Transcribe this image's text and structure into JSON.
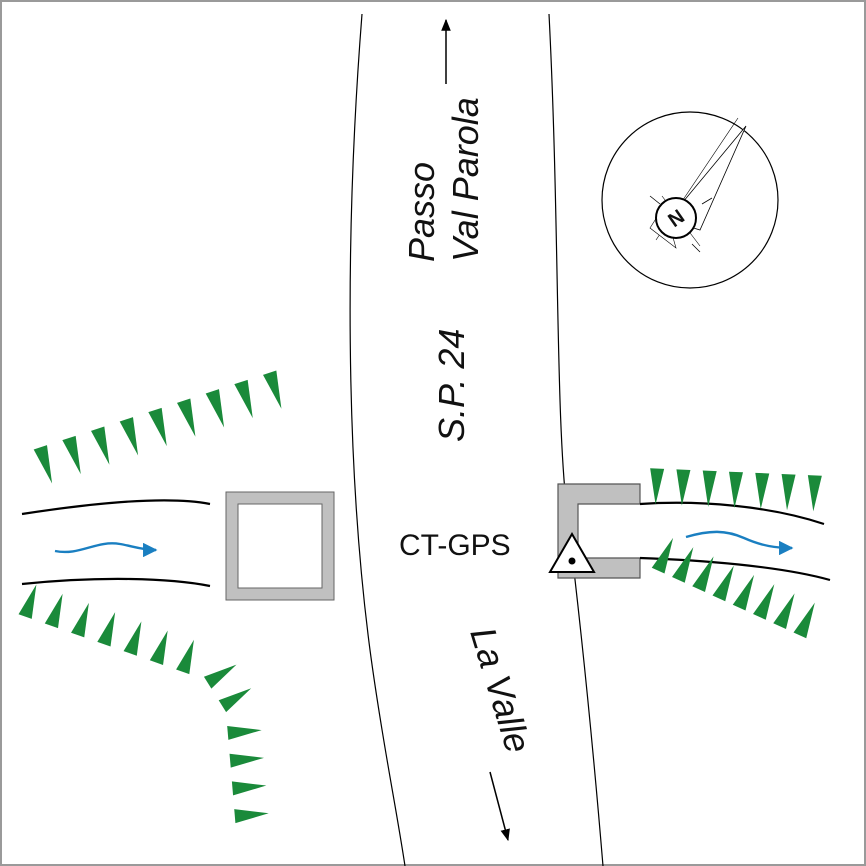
{
  "map": {
    "road": {
      "destination_north": [
        "Passo",
        "Val Parola"
      ],
      "name": "S.P. 24",
      "destination_south": "La Valle"
    },
    "station": {
      "label": "CT-GPS",
      "symbol": "triangle-with-dot-icon"
    },
    "north_arrow": {
      "label": "N",
      "icon": "compass-north-arrow-icon"
    },
    "features": {
      "culvert": "culvert-square-icon",
      "slope_hachures": "green-hachure-icon",
      "stream_flow": "blue-flow-arrow-icon"
    }
  },
  "colors": {
    "background": "#ffffff",
    "linework": "#000000",
    "structure_gray": "#c0c0c0",
    "slope_green": "#1a8a3a",
    "water_blue": "#1a7fc1",
    "frame": "#9a9a9a"
  }
}
